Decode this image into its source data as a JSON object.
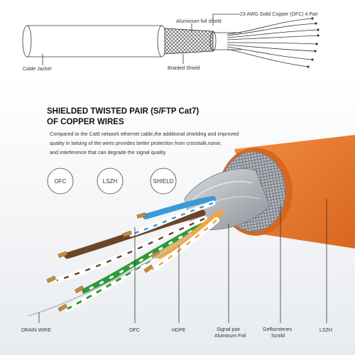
{
  "top_diagram": {
    "labels": {
      "conductor": "23 AWG Solid Copper (OFC) 4 Pair",
      "foil": "Aluminium foil shield",
      "jacket": "Cable Jacket",
      "braid": "Braided Shield"
    }
  },
  "heading": {
    "line1": "SHIELDED TWISTED PAIR (S/FTP Cat7)",
    "line2": "OF COPPER WIRES"
  },
  "description": [
    "Compared to the Cat6 network ethernet cable,the additional shielding and improved",
    "quality in twising of the wires provides better protection from crosstalk,noise,",
    "and interference that can degrade the signal quality"
  ],
  "badges": [
    "OFC",
    "LSZH",
    "SHIELD"
  ],
  "callouts": {
    "drain": "DRAIN WIRE",
    "ofc": "OFC",
    "hdpe": "HDPE",
    "signal_line1": "Signal pair",
    "signal_line2": "Aluminum Foil",
    "geflo_line1": "Geflocntenes",
    "geflo_line2": "Scnild",
    "lszh": "LSZH"
  },
  "colors": {
    "jacket": "#e9782a",
    "jacket_dark": "#c9601c",
    "copper": "#c68a3e",
    "wire_green": "#2f9a3a",
    "wire_brown": "#6b4528",
    "wire_blue": "#3a9ad6",
    "wire_orange": "#f0a640",
    "foil": "#b9bcc1"
  }
}
